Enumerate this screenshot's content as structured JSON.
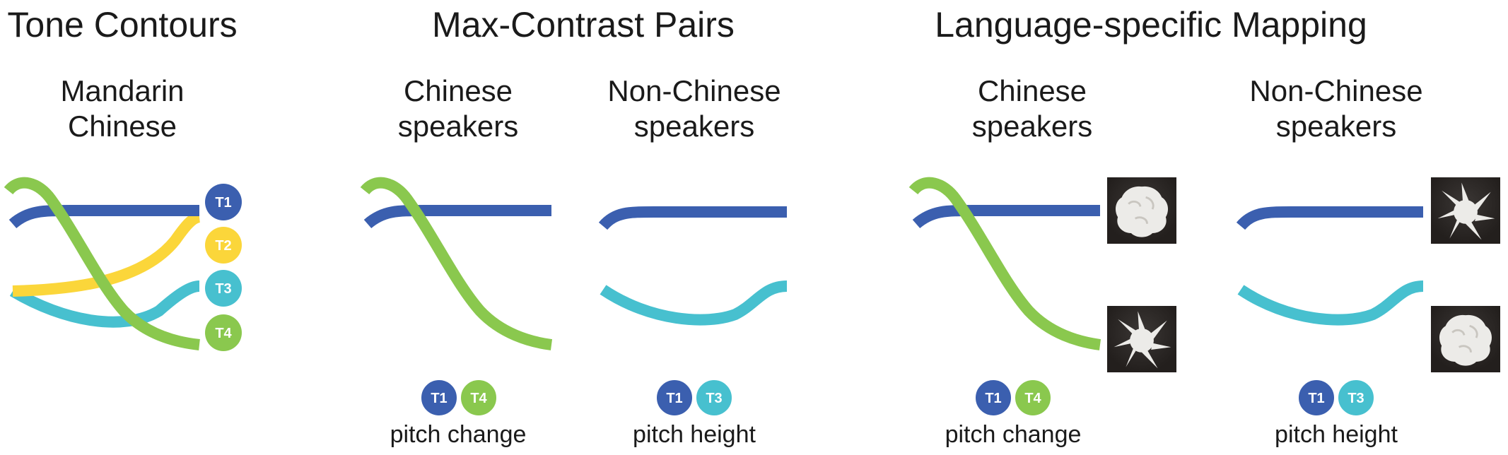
{
  "sections": {
    "tone_contours": "Tone Contours",
    "max_contrast": "Max-Contrast Pairs",
    "language_mapping": "Language-specific Mapping"
  },
  "groups": {
    "mandarin": [
      "Mandarin",
      "Chinese"
    ],
    "chinese_speakers": [
      "Chinese",
      "speakers"
    ],
    "non_chinese_speakers": [
      "Non-Chinese",
      "speakers"
    ]
  },
  "tones": {
    "t1": {
      "label": "T1",
      "color": "#3b5faf"
    },
    "t2": {
      "label": "T2",
      "color": "#fbd63a"
    },
    "t3": {
      "label": "T3",
      "color": "#47c0cf"
    },
    "t4": {
      "label": "T4",
      "color": "#8ac84e"
    }
  },
  "captions": {
    "pitch_change": "pitch change",
    "pitch_height": "pitch height"
  },
  "icons": {
    "smooth_object": "smooth-blob-object-photo",
    "spiky_object": "spiky-object-photo"
  }
}
